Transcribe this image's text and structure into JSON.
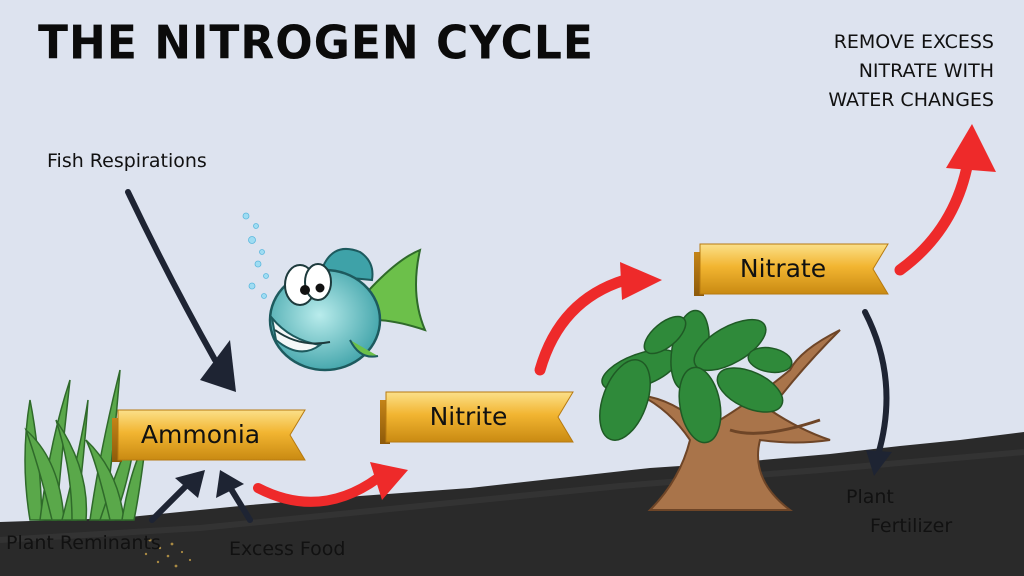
{
  "title": "THE NITROGEN CYCLE",
  "note": {
    "line1": "REMOVE EXCESS",
    "line2": "NITRATE WITH",
    "line3": "WATER CHANGES"
  },
  "sources": {
    "fish_respirations": "Fish Respirations",
    "plant_remnants": "Plant Reminants",
    "excess_food": "Excess Food"
  },
  "stages": {
    "ammonia": "Ammonia",
    "nitrite": "Nitrite",
    "nitrate": "Nitrate"
  },
  "outputs": {
    "plant_fertilizer_line1": "Plant",
    "plant_fertilizer_line2": "Fertilizer"
  },
  "colors": {
    "background": "#dde3ef",
    "banner_gold": "#f2b531",
    "red_arrow": "#ee2a2a",
    "dark_arrow": "#1e2433",
    "substrate": "#2a2a2a"
  }
}
